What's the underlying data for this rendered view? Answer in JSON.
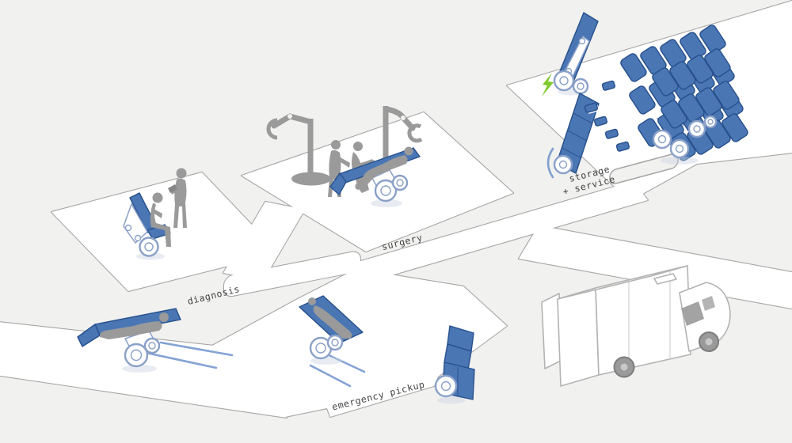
{
  "zones": {
    "diagnosis": {
      "label": "diagnosis"
    },
    "surgery": {
      "label": "surgery"
    },
    "storage_service": {
      "label_line1": "storage",
      "label_line2": "+ service"
    },
    "emergency_pickup": {
      "label": "emergency pickup"
    }
  },
  "icons": {
    "charging_bolt": "lightning-bolt-icon"
  },
  "colors": {
    "background": "#f1f1ef",
    "platform_fill": "#ffffff",
    "platform_outline": "#a6a6a6",
    "robot_blue": "#4a76b4",
    "robot_blue_outline": "#27508c",
    "silhouette_gray": "#9a9a9a",
    "wheel_outline": "#8aa0c8",
    "motion_trail_blue": "#5b83c6",
    "charge_green": "#7fc92e",
    "label_text": "#3f3f3f"
  }
}
